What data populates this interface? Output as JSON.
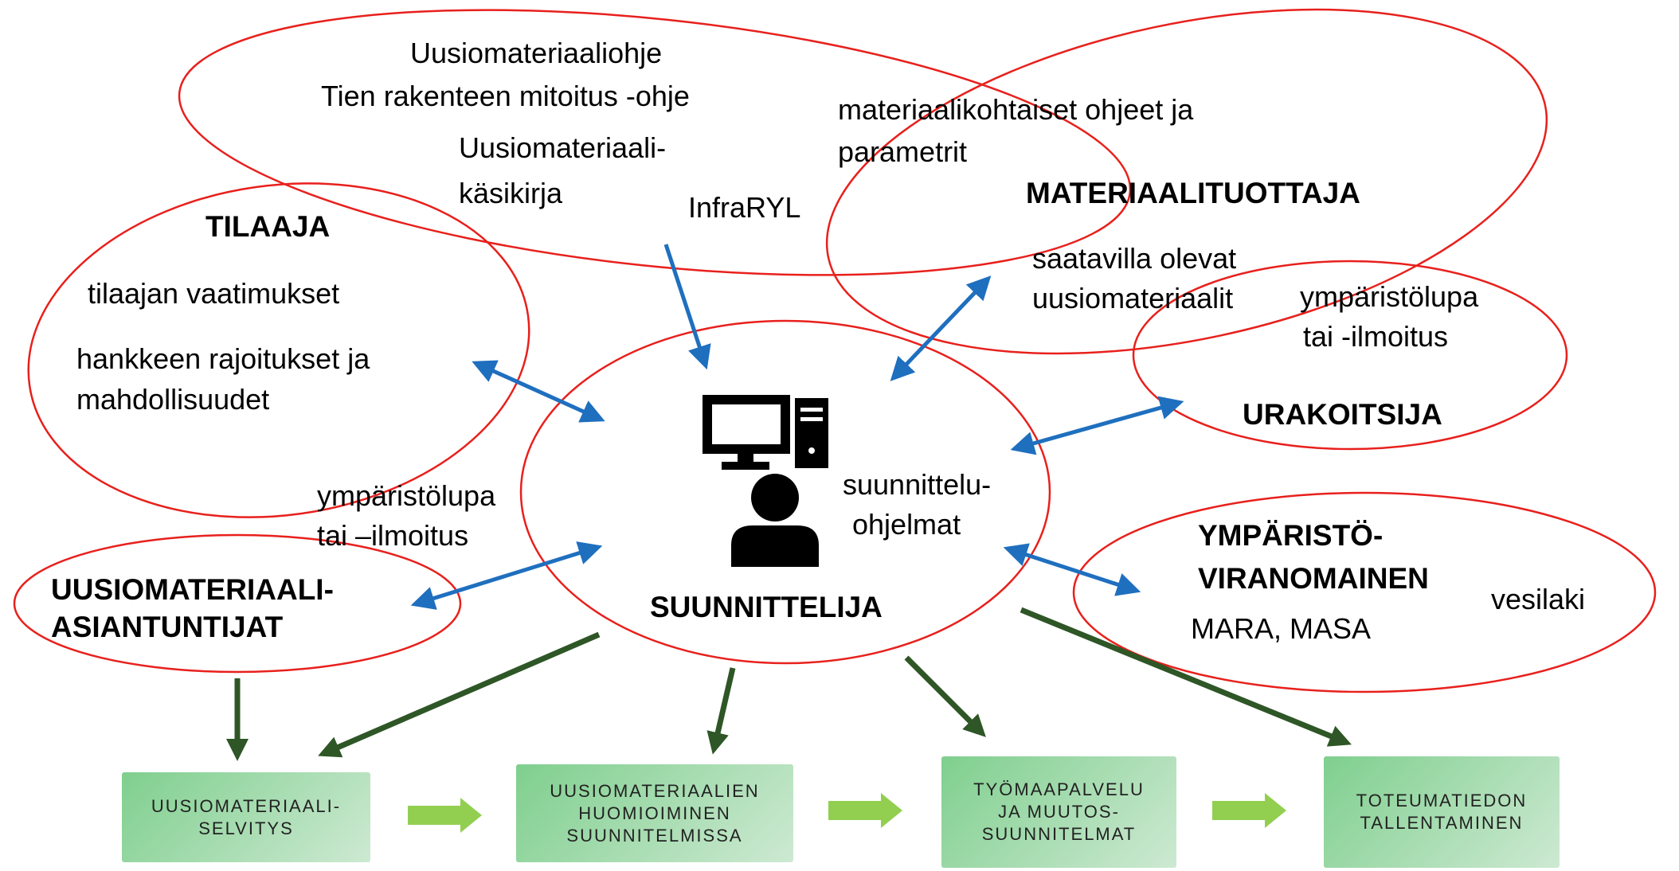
{
  "colors": {
    "ellipse_stroke": "#e8201c",
    "blue_arrow": "#1f6fbf",
    "green_arrow": "#2e5626",
    "light_green_arrow": "#92cf50",
    "box_fill_start": "#7fcf8e",
    "box_fill_end": "#cde9d2"
  },
  "icons": [
    "computer-icon",
    "person-icon"
  ],
  "guidelines": {
    "line1": "Uusiomateriaaliohje",
    "line2": "Tien rakenteen mitoitus -ohje",
    "line3a": "Uusiomateriaali-",
    "line3b": "käsikirja",
    "line4": "InfraRYL"
  },
  "materiaalituottaja": {
    "note_a": "materiaalikohtaiset ohjeet ja",
    "note_b": "parametrit",
    "title": "MATERIAALITUOTTAJA",
    "avail_a": "saatavilla olevat",
    "avail_b": "uusiomateriaalit"
  },
  "urakoitsija": {
    "permit_a": "ympäristölupa",
    "permit_b": "tai -ilmoitus",
    "title": "URAKOITSIJA"
  },
  "tilaaja": {
    "title": "TILAAJA",
    "req": "tilaajan vaatimukset",
    "limits_a": "hankkeen rajoitukset ja",
    "limits_b": "mahdollisuudet"
  },
  "suunnittelija": {
    "permit_a": "ympäristölupa",
    "permit_b": "tai –ilmoitus",
    "software_a": "suunnittelu-",
    "software_b": "ohjelmat",
    "title": "SUUNNITTELIJA"
  },
  "asiantuntijat": {
    "title_a": "UUSIOMATERIAALI-",
    "title_b": "ASIANTUNTIJAT"
  },
  "viranomainen": {
    "title_a": "YMPÄRISTÖ-",
    "title_b": "VIRANOMAINEN",
    "law": "vesilaki",
    "regs": "MARA, MASA"
  },
  "process": [
    "UUSIOMATERIAALI-\nSELVITYS",
    "UUSIOMATERIAALIEN\nHUOMIOIMINEN\nSUUNNITELMISSA",
    "TYÖMAAPALVELU\nJA MUUTOS-\nSUUNNITELMAT",
    "TOTEUMATIEDON\nTALLENTAMINEN"
  ]
}
